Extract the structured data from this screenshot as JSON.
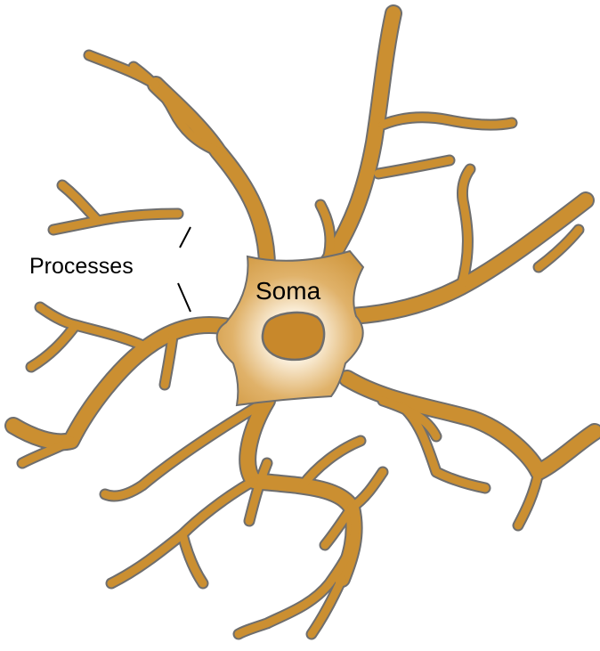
{
  "labels": {
    "processes": "Processes",
    "soma": "Soma"
  },
  "colors": {
    "cell_fill": "#CB8F31",
    "cell_outline": "#6E6E6E",
    "soma_highlight": "#FFFFFF",
    "nucleus_fill": "#C8882B",
    "text": "#000000",
    "background": "#FFFFFF"
  },
  "structure": {
    "type": "astrocyte",
    "parts": [
      "processes",
      "soma",
      "nucleus"
    ]
  }
}
